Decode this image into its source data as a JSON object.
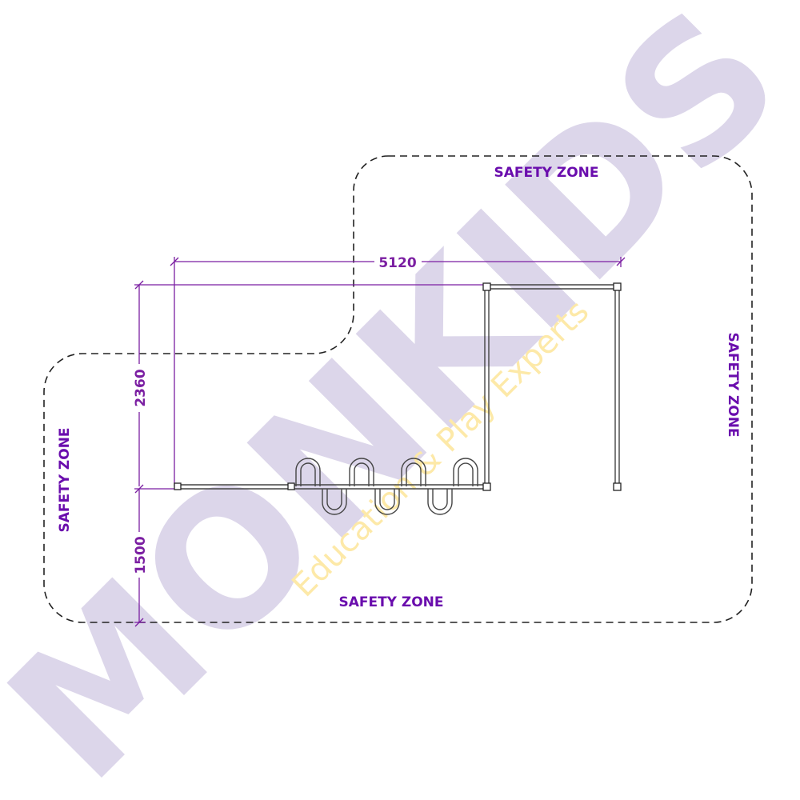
{
  "colors": {
    "label": "#6a0dad",
    "dimension": "#7b1fa2",
    "structure": "#444444",
    "safety_zone": "#222222",
    "watermark_purple": "#dcd6ea",
    "watermark_yellow": "#fde9a8"
  },
  "safety_zone_labels": {
    "top": "SAFETY ZONE",
    "right": "SAFETY ZONE",
    "left": "SAFETY ZONE",
    "bottom": "SAFETY ZONE"
  },
  "dimensions": {
    "width": "5120",
    "height": "2360",
    "clearance": "1500"
  },
  "watermark": {
    "brand": "MONKIDS",
    "tagline": "Education & Play Experts"
  }
}
